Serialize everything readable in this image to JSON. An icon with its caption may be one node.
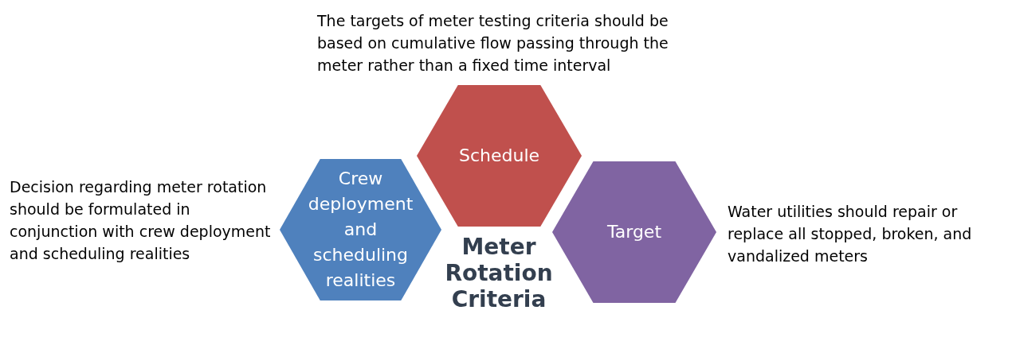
{
  "diagram": {
    "nodes": [
      {
        "text": [
          "Schedule"
        ],
        "beside": [
          "The targets of meter testing criteria should be based on cumulative flow passing through the meter rather than a fixed time interval"
        ]
      },
      {
        "text": [
          "Crew deployment and scheduling realities"
        ],
        "beside": [
          "Decision regarding meter rotation should be formulated in conjunction with crew deployment and scheduling realities"
        ]
      },
      {
        "text": [
          "Target"
        ],
        "beside": [
          "Water utilities should repair or replace all stopped, broken, and vandalized meters"
        ]
      }
    ],
    "labels": [
      "Meter Rotation Criteria"
    ]
  }
}
